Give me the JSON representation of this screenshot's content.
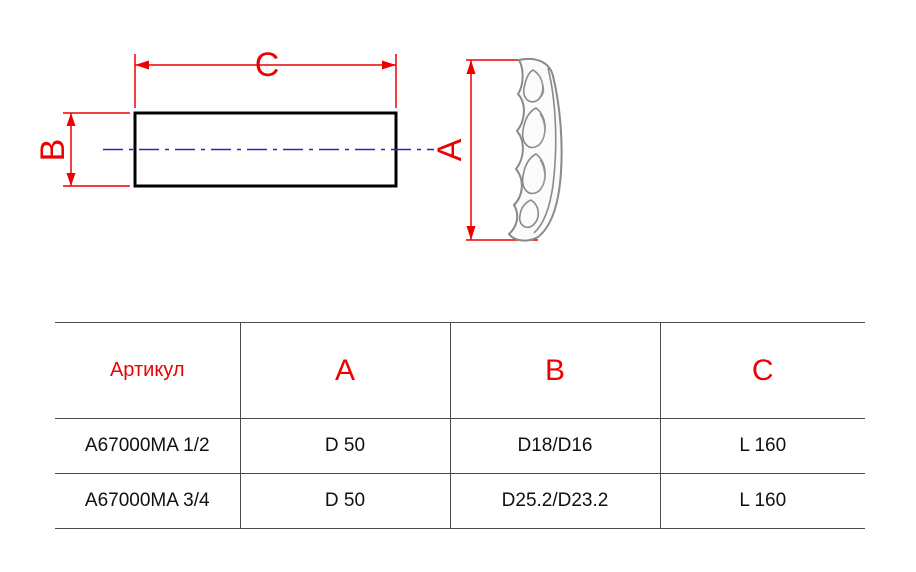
{
  "drawing": {
    "dim_a_label": "A",
    "dim_b_label": "B",
    "dim_c_label": "C",
    "colors": {
      "dimension_accent": "#ee0000",
      "centerline": "#2a2ab4",
      "profile_outline": "#8a8a8a",
      "part_outline": "#000000"
    }
  },
  "table": {
    "header": {
      "article": "Артикул",
      "col_a": "A",
      "col_b": "B",
      "col_c": "C"
    },
    "rows": [
      {
        "article": "A67000MA 1/2",
        "a": "D 50",
        "b": "D18/D16",
        "c": "L 160"
      },
      {
        "article": "A67000MA 3/4",
        "a": "D 50",
        "b": "D25.2/D23.2",
        "c": "L 160"
      }
    ]
  }
}
